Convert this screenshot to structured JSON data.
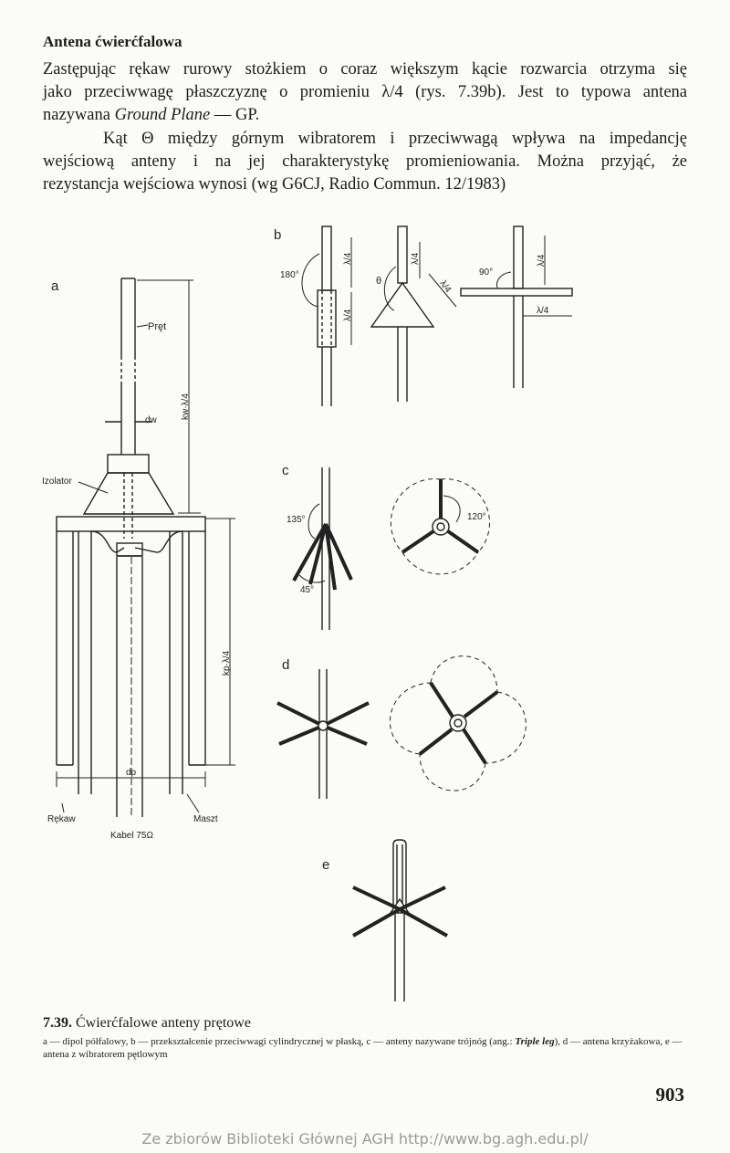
{
  "heading": "Antena ćwierćfalowa",
  "paragraph1": [
    "Zastępując rękaw rurowy stożkiem o coraz większym kącie rozwarcia otrzyma się",
    "jako przeciwwagę płaszczyznę o promieniu λ/4 (rys. 7.39b). Jest to typowa antena",
    "nazywana"
  ],
  "paragraph1_italic": "Ground Plane",
  "paragraph1_tail": " — GP.",
  "paragraph2": [
    "Kąt Θ między górnym wibratorem i przeciwwagą wpływa na impedancję",
    "wejściową anteny i na jej charakterystykę promieniowania. Można przyjąć, że",
    "rezystancja wejściowa wynosi (wg G6CJ, Radio Commun. 12/1983)"
  ],
  "figure": {
    "panel_a": "a",
    "panel_b": "b",
    "panel_c": "c",
    "panel_d": "d",
    "panel_e": "e",
    "label_pret": "Pręt",
    "label_dw": "dw",
    "label_kw": "kw·λ/4",
    "label_izolator": "Izolator",
    "label_kp": "kp·λ/4",
    "label_dp": "dp",
    "label_rekaw": "Rękaw",
    "label_maszt": "Maszt",
    "label_kabel": "Kabel 75Ω",
    "label_l4": "λ/4",
    "angle_180": "180°",
    "angle_theta": "θ",
    "angle_90": "90°",
    "angle_135": "135°",
    "angle_120": "120°",
    "angle_45": "45°"
  },
  "caption": {
    "number": "7.39.",
    "title": "Ćwierćfalowe anteny prętowe",
    "text_part1": "a — dipol półfalowy, b — przekształcenie przeciwwagi cylindrycznej w płaską, c — anteny nazywane trójnóg (ang.: ",
    "text_italic": "Triple leg",
    "text_part2": "), d — antena krzyżakowa, e — antena z wibratorem pętlowym"
  },
  "page_number": "903",
  "footer": "Ze zbiorów Biblioteki Głównej AGH   http://www.bg.agh.edu.pl/"
}
